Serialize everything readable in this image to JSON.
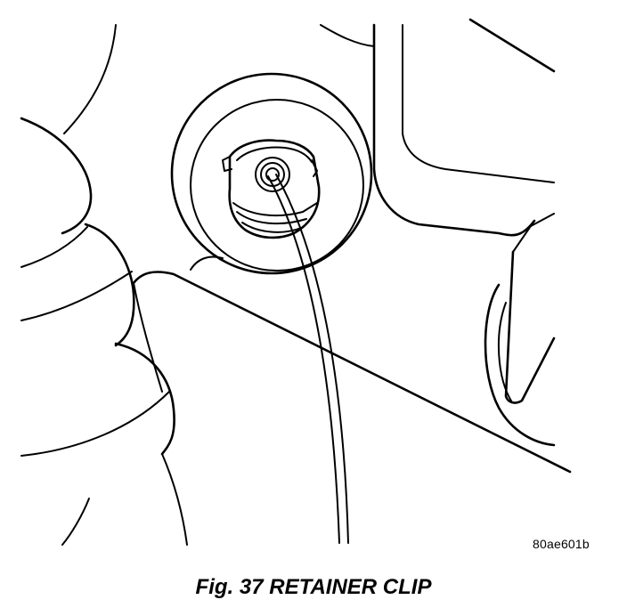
{
  "figure": {
    "code": "80ae601b",
    "caption_number": "Fig. 37",
    "caption_title": "RETAINER CLIP"
  },
  "icons": [
    "retainer-clip-icon",
    "bulb-socket-icon",
    "wire-lead-icon"
  ]
}
